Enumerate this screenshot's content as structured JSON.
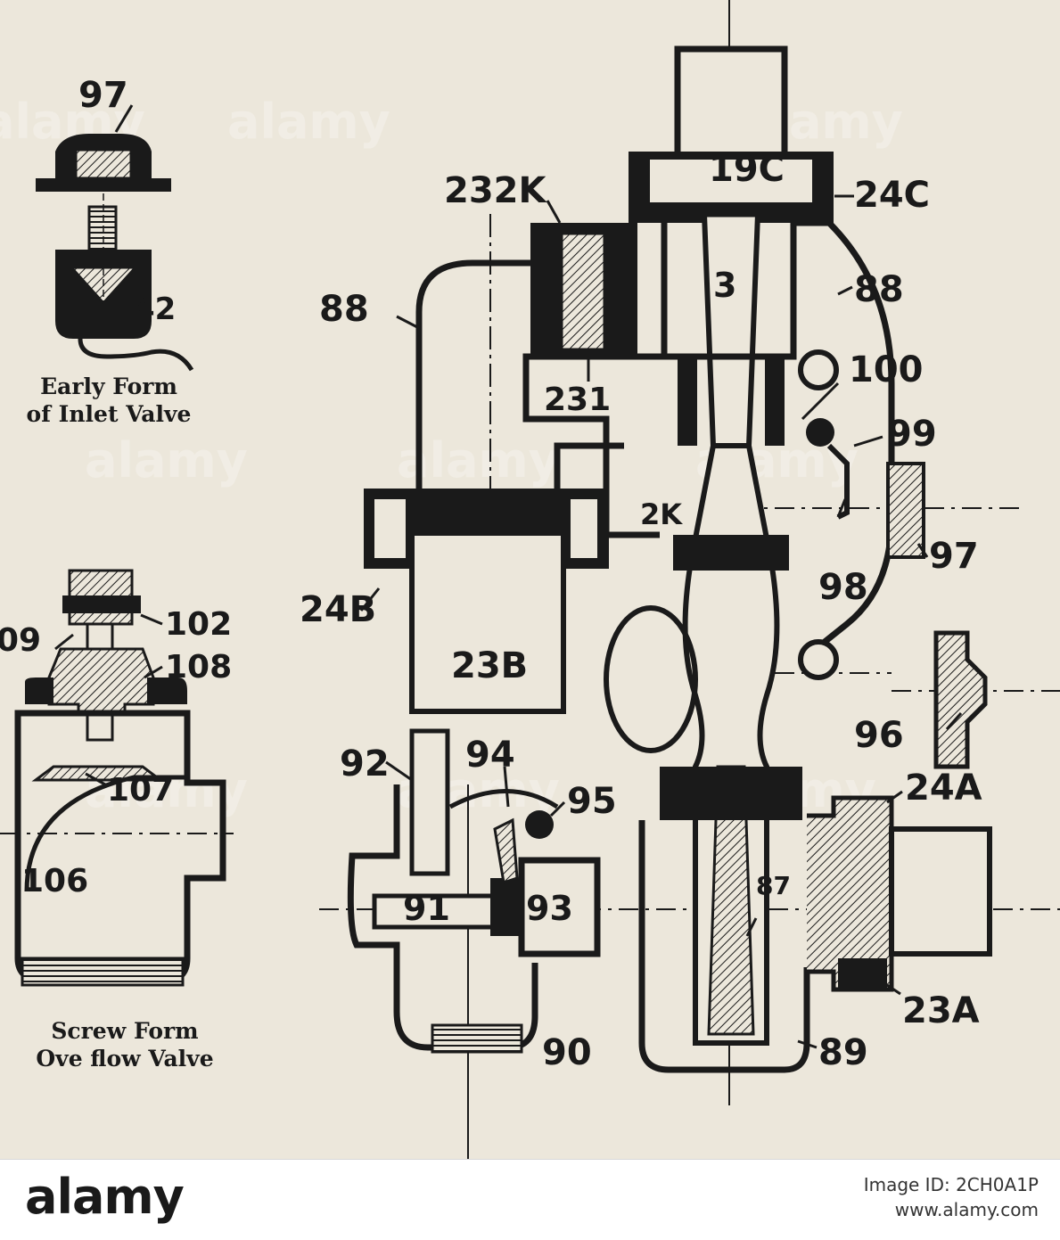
{
  "diagram": {
    "labels": {
      "top_97": "97",
      "top_42": "42",
      "l_109": "09",
      "l_102": "102",
      "l_108": "108",
      "l_107": "107",
      "l_106": "106",
      "l_232k": "232K",
      "l_19c": "19C",
      "l_24c": "24C",
      "l_88_left": "88",
      "l_3": "3",
      "l_88_right": "88",
      "l_100": "100",
      "l_231": "231",
      "l_99": "99",
      "l_2k": "2K",
      "l_97_right": "97",
      "l_24b": "24B",
      "l_98": "98",
      "l_23b": "23B",
      "l_96": "96",
      "l_92": "92",
      "l_94": "94",
      "l_95": "95",
      "l_24a": "24A",
      "l_91": "91",
      "l_93": "93",
      "l_87": "87",
      "l_23a": "23A",
      "l_89": "89",
      "l_90": "90"
    },
    "captions": {
      "early_line1": "Early Form",
      "early_line2": "of Inlet Valve",
      "screw_line1": "Screw Form",
      "screw_line2": "Ove flow Valve"
    }
  },
  "watermark": {
    "text": "alamy"
  },
  "footer": {
    "brand": "alamy",
    "image_id": "Image ID: 2CH0A1P",
    "site": "www.alamy.com"
  }
}
